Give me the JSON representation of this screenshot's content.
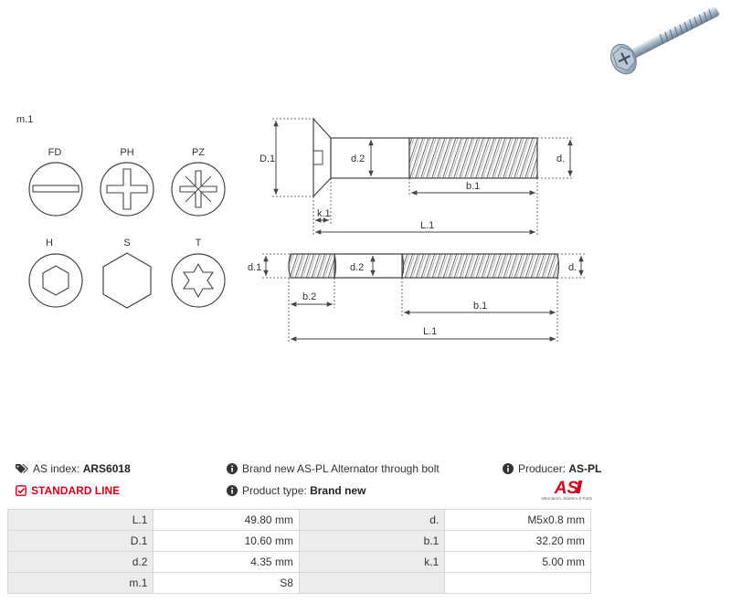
{
  "diagram": {
    "section_label": "m.1",
    "drive_types": [
      {
        "code": "FD",
        "icon": "slotted-drive-icon"
      },
      {
        "code": "PH",
        "icon": "phillips-drive-icon"
      },
      {
        "code": "PZ",
        "icon": "pozidriv-drive-icon"
      },
      {
        "code": "H",
        "icon": "hex-socket-drive-icon"
      },
      {
        "code": "S",
        "icon": "hex-head-drive-icon"
      },
      {
        "code": "T",
        "icon": "torx-drive-icon"
      }
    ],
    "top_bolt_labels": {
      "D1": "D.1",
      "d2": "d.2",
      "d": "d.",
      "b1": "b.1",
      "k1": "k.1",
      "L1": "L.1"
    },
    "stud_labels": {
      "d1": "d.1",
      "d2": "d.2",
      "d": "d.",
      "b2": "b.2",
      "b1": "b.1",
      "L1": "L.1"
    }
  },
  "info": {
    "as_index_label": "AS index:",
    "as_index_value": "ARS6018",
    "line_label": "STANDARD LINE",
    "description": "Brand new AS-PL Alternator through bolt",
    "product_type_label": "Product type:",
    "product_type_value": "Brand new",
    "producer_label": "Producer:",
    "producer_value": "AS-PL",
    "logo_text": "AS",
    "logo_tagline": "Alternators, Starters & Parts"
  },
  "specs": [
    [
      {
        "k": "L.1",
        "v": "49.80 mm"
      },
      {
        "k": "d.",
        "v": "M5x0.8 mm"
      }
    ],
    [
      {
        "k": "D.1",
        "v": "10.60 mm"
      },
      {
        "k": "b.1",
        "v": "32.20 mm"
      }
    ],
    [
      {
        "k": "d.2",
        "v": "4.35 mm"
      },
      {
        "k": "k.1",
        "v": "5.00 mm"
      }
    ],
    [
      {
        "k": "m.1",
        "v": "S8"
      },
      {
        "k": "",
        "v": ""
      }
    ]
  ],
  "colors": {
    "accent_red": "#d0021b",
    "line": "#444444"
  }
}
